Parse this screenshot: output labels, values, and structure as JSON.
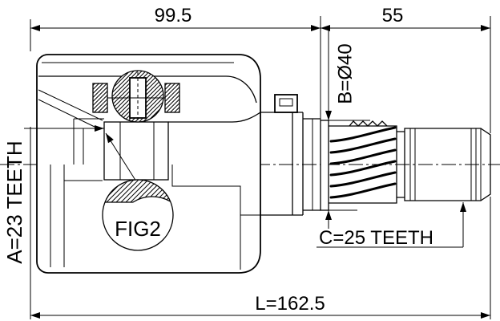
{
  "drawing": {
    "dimensions": {
      "housing_length": "99.5",
      "stub_length": "55",
      "outer_diameter": "B=Ø40",
      "inner_spline": "A=23 TEETH",
      "outer_spline": "C=25 TEETH",
      "overall_length": "L=162.5"
    },
    "detail_label": "FIG2"
  },
  "colors": {
    "line": "#000000",
    "background": "#ffffff"
  }
}
